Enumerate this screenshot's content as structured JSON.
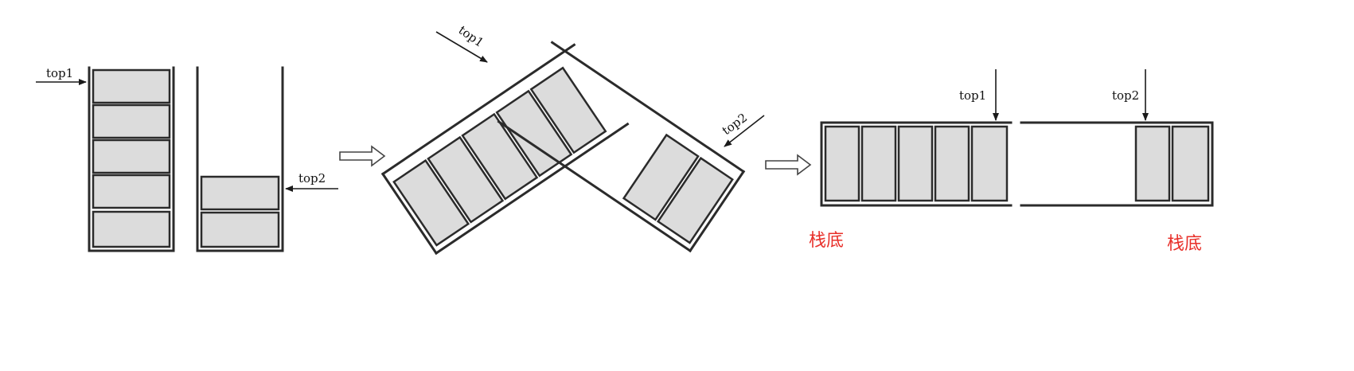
{
  "labels": {
    "top1": "top1",
    "top2": "top2",
    "stack_bottom": "栈底"
  },
  "colors": {
    "cell_fill": "#dcdcdc",
    "outline": "#2b2b2b",
    "stack_bottom_text": "#e8302a"
  }
}
